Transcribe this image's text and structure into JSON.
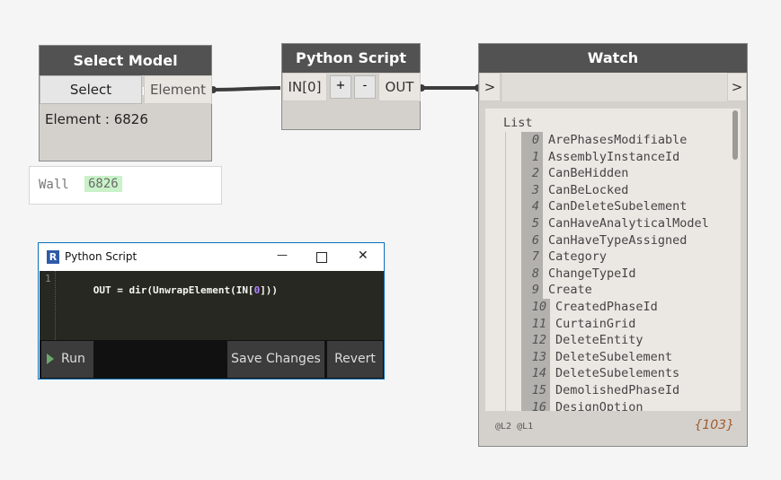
{
  "select_node": {
    "title": "Select Model Element",
    "button_label": "Select",
    "output_port": "Element",
    "status": "Element : 6826",
    "preview_type": "Wall",
    "preview_value": "6826"
  },
  "python_node": {
    "title": "Python Script",
    "input_port": "IN[0]",
    "add_label": "+",
    "remove_label": "-",
    "output_port": "OUT"
  },
  "watch_node": {
    "title": "Watch",
    "in_port": ">",
    "out_port": ">",
    "list_label": "List",
    "items": [
      {
        "idx": "0",
        "name": "ArePhasesModifiable"
      },
      {
        "idx": "1",
        "name": "AssemblyInstanceId"
      },
      {
        "idx": "2",
        "name": "CanBeHidden"
      },
      {
        "idx": "3",
        "name": "CanBeLocked"
      },
      {
        "idx": "4",
        "name": "CanDeleteSubelement"
      },
      {
        "idx": "5",
        "name": "CanHaveAnalyticalModel"
      },
      {
        "idx": "6",
        "name": "CanHaveTypeAssigned"
      },
      {
        "idx": "7",
        "name": "Category"
      },
      {
        "idx": "8",
        "name": "ChangeTypeId"
      },
      {
        "idx": "9",
        "name": "Create"
      },
      {
        "idx": "10",
        "name": "CreatedPhaseId"
      },
      {
        "idx": "11",
        "name": "CurtainGrid"
      },
      {
        "idx": "12",
        "name": "DeleteEntity"
      },
      {
        "idx": "13",
        "name": "DeleteSubelement"
      },
      {
        "idx": "14",
        "name": "DeleteSubelements"
      },
      {
        "idx": "15",
        "name": "DemolishedPhaseId"
      },
      {
        "idx": "16",
        "name": "DesignOption"
      }
    ],
    "levels": "@L2 @L1",
    "count": "{103}"
  },
  "editor": {
    "window_title": "Python Script",
    "logo_letter": "R",
    "line_number": "1",
    "code_parts": {
      "a": "OUT = dir(UnwrapElement(IN[",
      "b": "0",
      "c": "]))"
    },
    "run_label": "Run",
    "save_label": "Save Changes",
    "revert_label": "Revert",
    "minimize_glyph": "—",
    "close_glyph": "✕"
  },
  "colors": {
    "node_header": "#525252",
    "node_body": "#d4d1cc",
    "preview_highlight": "#c9f2c9",
    "editor_bg": "#272822",
    "editor_titlebar_accent": "#0a6fb7"
  }
}
